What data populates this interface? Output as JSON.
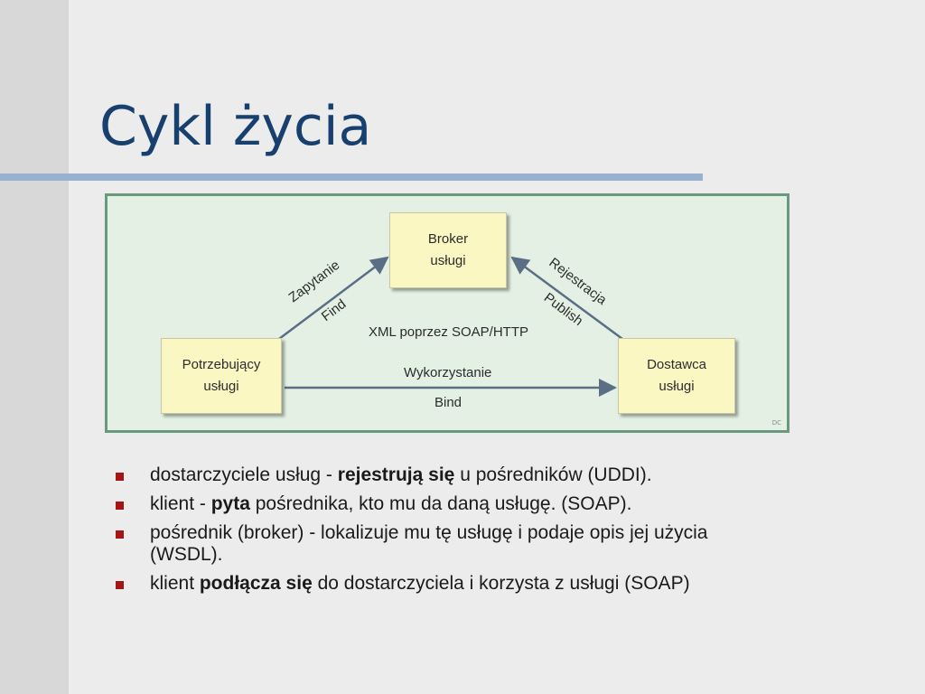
{
  "slide": {
    "title": "Cykl życia",
    "accent_color": "#17406e",
    "bullet_color": "#a31515"
  },
  "diagram": {
    "nodes": {
      "broker": "Broker\nusługi",
      "consumer": "Potrzebujący\nusługi",
      "provider": "Dostawca\nusługi"
    },
    "edges": {
      "find_pl": "Zapytanie",
      "find_en": "Find",
      "publish_pl": "Rejestracja",
      "publish_en": "Publish",
      "bind_pl": "Wykorzystanie",
      "bind_en": "Bind"
    },
    "center_label": "XML poprzez SOAP/HTTP",
    "watermark": "DC"
  },
  "bullets": [
    {
      "before": "dostarczyciele usług - ",
      "bold": "rejestrują się",
      "after": " u pośredników (UDDI)."
    },
    {
      "before": "klient - ",
      "bold": "pyta",
      "after": " pośrednika, kto mu da daną usługę. (SOAP)."
    },
    {
      "before": "pośrednik (broker) - lokalizuje mu tę usługę i podaje opis jej użycia (WSDL).",
      "bold": "",
      "after": ""
    },
    {
      "before": "klient ",
      "bold": "podłącza się",
      "after": " do dostarczyciela i korzysta z usługi (SOAP)"
    }
  ]
}
